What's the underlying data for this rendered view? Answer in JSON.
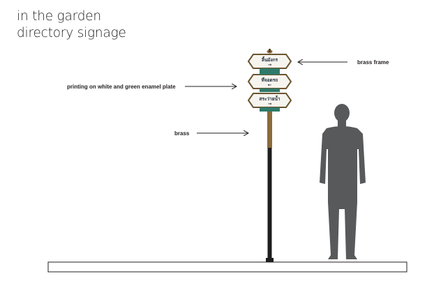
{
  "title": {
    "line1": "in the garden",
    "line2": "directory signage"
  },
  "callouts": {
    "brass_frame": "brass frame",
    "printing": "printing on white and green enamel plate",
    "brass": "brass"
  },
  "sign": {
    "plates": [
      {
        "text": "ลิ้นมังกร",
        "arrow": "→"
      },
      {
        "text": "ที่จอดรถ",
        "arrow": "←"
      },
      {
        "text": "สระว่ายน้ำ",
        "arrow": "→"
      }
    ]
  },
  "colors": {
    "brass": "#8a6a3a",
    "enamel_green": "#2f7a6a",
    "pole": "#1e1e1e",
    "silhouette": "#58595b"
  }
}
